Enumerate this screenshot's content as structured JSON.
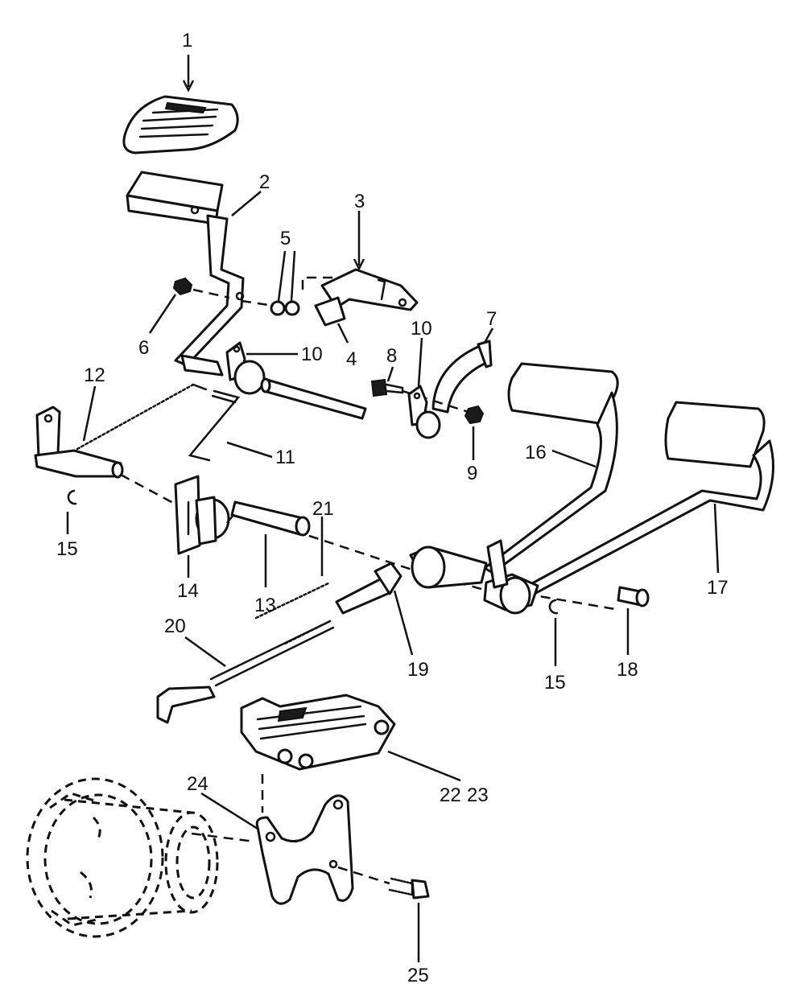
{
  "diagram": {
    "callouts": [
      {
        "id": "c1",
        "label": "1"
      },
      {
        "id": "c2",
        "label": "2"
      },
      {
        "id": "c3",
        "label": "3"
      },
      {
        "id": "c4",
        "label": "4"
      },
      {
        "id": "c5",
        "label": "5"
      },
      {
        "id": "c6",
        "label": "6"
      },
      {
        "id": "c7",
        "label": "7"
      },
      {
        "id": "c8",
        "label": "8"
      },
      {
        "id": "c9",
        "label": "9"
      },
      {
        "id": "c10a",
        "label": "10"
      },
      {
        "id": "c10b",
        "label": "10"
      },
      {
        "id": "c11",
        "label": "11"
      },
      {
        "id": "c12",
        "label": "12"
      },
      {
        "id": "c13",
        "label": "13"
      },
      {
        "id": "c14",
        "label": "14"
      },
      {
        "id": "c15a",
        "label": "15"
      },
      {
        "id": "c15b",
        "label": "15"
      },
      {
        "id": "c16",
        "label": "16"
      },
      {
        "id": "c17",
        "label": "17"
      },
      {
        "id": "c18",
        "label": "18"
      },
      {
        "id": "c19",
        "label": "19"
      },
      {
        "id": "c20",
        "label": "20"
      },
      {
        "id": "c21",
        "label": "21"
      },
      {
        "id": "c22",
        "label": "22"
      },
      {
        "id": "c23",
        "label": "23"
      },
      {
        "id": "c24",
        "label": "24"
      },
      {
        "id": "c25",
        "label": "25"
      }
    ],
    "colors": {
      "ink": "#111111",
      "paper": "#ffffff"
    }
  }
}
